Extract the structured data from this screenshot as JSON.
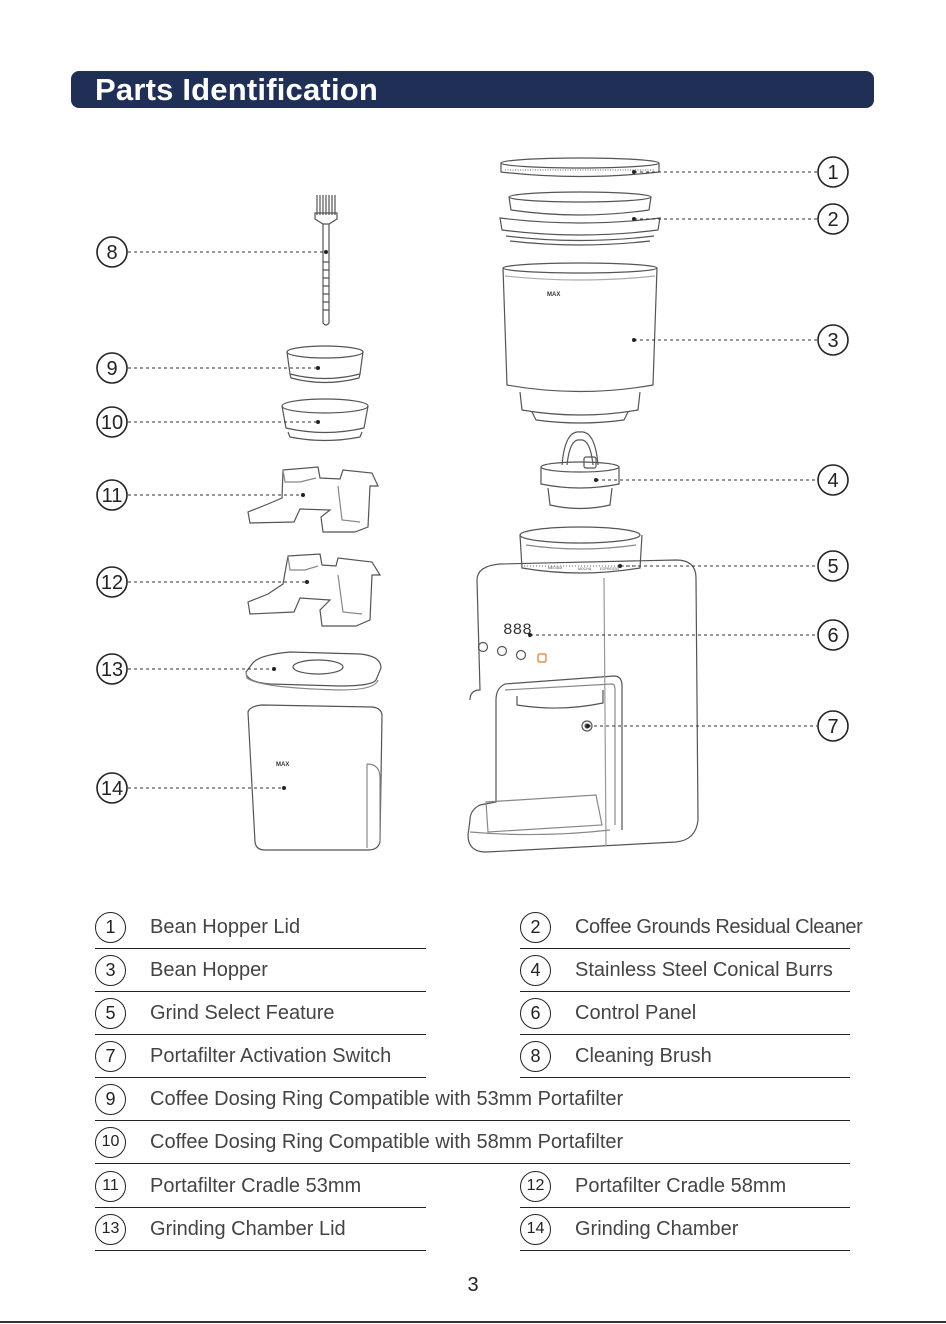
{
  "header": {
    "title": "Parts Identification"
  },
  "diagram": {
    "callouts": [
      "1",
      "2",
      "3",
      "4",
      "5",
      "6",
      "7",
      "8",
      "9",
      "10",
      "11",
      "12",
      "13",
      "14"
    ],
    "max_label": "MAX",
    "display_readout": "888",
    "grind_scale": [
      "MID",
      "MEDIUM",
      "MOCHA",
      "ESPRESSO"
    ]
  },
  "legend": {
    "rows": [
      {
        "items": [
          {
            "num": "1",
            "label": "Bean Hopper Lid"
          },
          {
            "num": "2",
            "label": "Coffee Grounds Residual Cleaner"
          }
        ]
      },
      {
        "items": [
          {
            "num": "3",
            "label": "Bean Hopper"
          },
          {
            "num": "4",
            "label": "Stainless Steel Conical Burrs"
          }
        ]
      },
      {
        "items": [
          {
            "num": "5",
            "label": "Grind Select Feature"
          },
          {
            "num": "6",
            "label": "Control Panel"
          }
        ]
      },
      {
        "items": [
          {
            "num": "7",
            "label": "Portafilter Activation Switch"
          },
          {
            "num": "8",
            "label": "Cleaning Brush"
          }
        ]
      },
      {
        "items": [
          {
            "num": "9",
            "label": "Coffee Dosing Ring Compatible with 53mm Portafilter"
          }
        ]
      },
      {
        "items": [
          {
            "num": "10",
            "label": "Coffee Dosing Ring Compatible with 58mm Portafilter"
          }
        ]
      },
      {
        "items": [
          {
            "num": "11",
            "label": "Portafilter Cradle 53mm"
          },
          {
            "num": "12",
            "label": "Portafilter Cradle 58mm"
          }
        ]
      },
      {
        "items": [
          {
            "num": "13",
            "label": "Grinding Chamber Lid"
          },
          {
            "num": "14",
            "label": "Grinding Chamber"
          }
        ]
      }
    ]
  },
  "footer": {
    "page_number": "3"
  }
}
